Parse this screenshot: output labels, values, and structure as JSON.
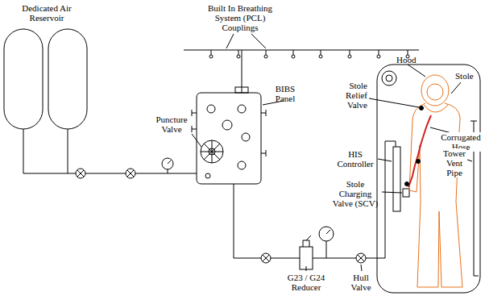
{
  "diagram": {
    "labels": [
      "Built In Breathing System (PCL) Couplings",
      "Dedicated Air Reservoir",
      "BIBS Panel",
      "Puncture Valve",
      "Hood",
      "Stole",
      "Stole Relief Valve",
      "Corrugated Hose",
      "HIS Controller",
      "Stole Charging Valve (SCV)",
      "Tower Vent Pipe",
      "G23 / G24 Reducer",
      "Hull Valve"
    ]
  }
}
